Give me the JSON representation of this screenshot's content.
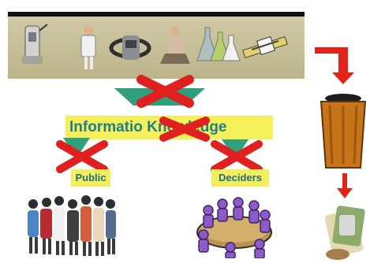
{
  "colors": {
    "banner": "#c8c19a",
    "highlight": "#f5ef58",
    "text": "#1f7f8a",
    "cross": "#e0201f",
    "arrow": "#2f9f7e",
    "flow_arrow": "#e2231a"
  },
  "diagram": {
    "main_label": "Informatio Knowledge",
    "outputs": [
      "Public",
      "Deciders"
    ]
  },
  "icons": {
    "banner": [
      "handheld-device-icon",
      "doctor-icon",
      "gps-icon",
      "person-reading-icon",
      "lab-flasks-icon",
      "satellite-icon"
    ],
    "trash": "trash-can-icon",
    "money": "money-icon",
    "crowd": "people-crowd-icon",
    "meeting": "meeting-table-icon"
  }
}
